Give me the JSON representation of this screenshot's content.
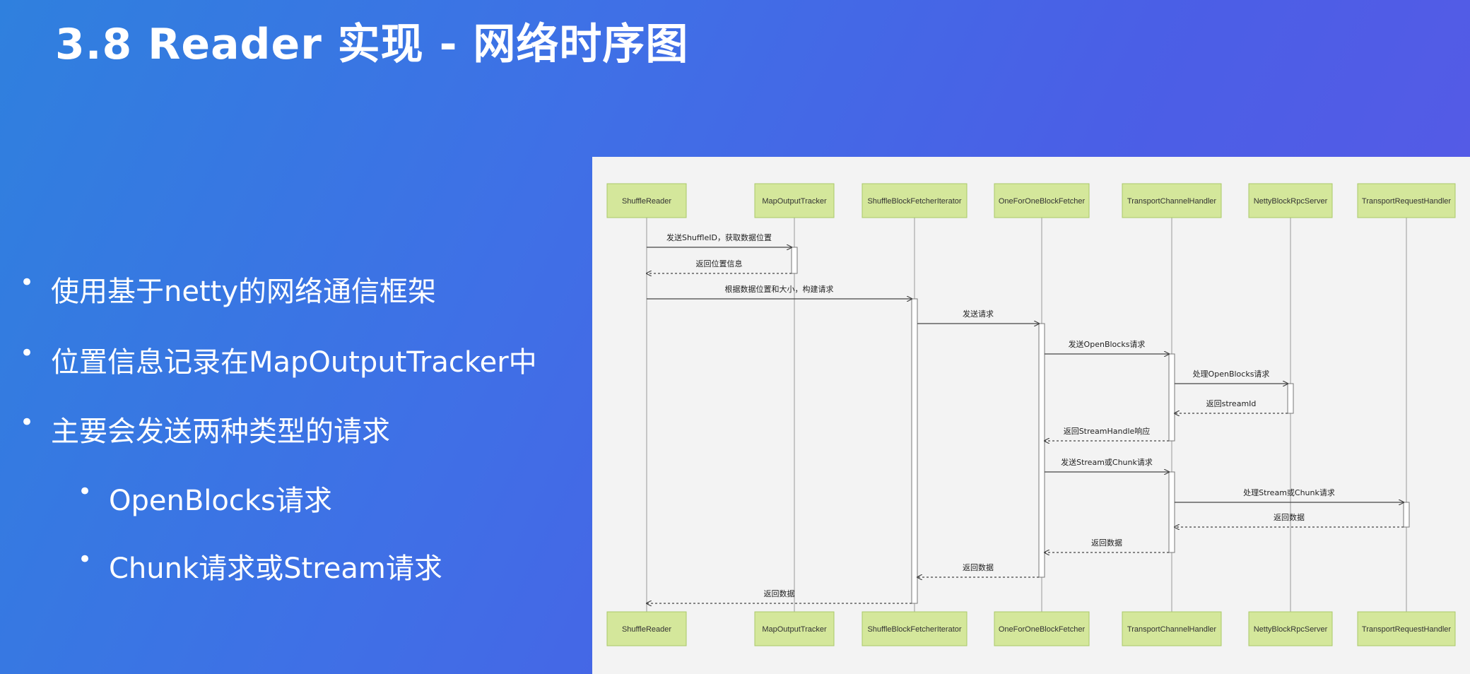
{
  "slide": {
    "title": "3.8 Reader 实现 -  网络时序图",
    "bullets": [
      {
        "text": "使用基于netty的网络通信框架",
        "level": 1
      },
      {
        "text": "位置信息记录在MapOutputTracker中",
        "level": 1
      },
      {
        "text": "主要会发送两种类型的请求",
        "level": 1
      },
      {
        "text": "OpenBlocks请求",
        "level": 2
      },
      {
        "text": "Chunk请求或Stream请求",
        "level": 2
      }
    ],
    "bullet_glyph": "•"
  },
  "sequence_diagram": {
    "actor_color": "#d4e79b",
    "actor_border": "#aac96a",
    "actors": [
      "ShuffleReader",
      "MapOutputTracker",
      "ShuffleBlockFetcherIterator",
      "OneForOneBlockFetcher",
      "TransportChannelHandler",
      "NettyBlockRpcServer",
      "TransportRequestHandler"
    ],
    "messages": [
      {
        "from": 0,
        "to": 1,
        "label": "发送ShuffleID，获取数据位置",
        "style": "solid"
      },
      {
        "from": 1,
        "to": 0,
        "label": "返回位置信息",
        "style": "dashed"
      },
      {
        "from": 0,
        "to": 2,
        "label": "根据数据位置和大小，构建请求",
        "style": "solid"
      },
      {
        "from": 2,
        "to": 3,
        "label": "发送请求",
        "style": "solid"
      },
      {
        "from": 3,
        "to": 4,
        "label": "发送OpenBlocks请求",
        "style": "solid"
      },
      {
        "from": 4,
        "to": 5,
        "label": "处理OpenBlocks请求",
        "style": "solid"
      },
      {
        "from": 5,
        "to": 4,
        "label": "返回streamId",
        "style": "dashed"
      },
      {
        "from": 4,
        "to": 3,
        "label": "返回StreamHandle响应",
        "style": "dashed"
      },
      {
        "from": 3,
        "to": 4,
        "label": "发送Stream或Chunk请求",
        "style": "solid"
      },
      {
        "from": 4,
        "to": 6,
        "label": "处理Stream或Chunk请求",
        "style": "solid"
      },
      {
        "from": 6,
        "to": 4,
        "label": "返回数据",
        "style": "dashed"
      },
      {
        "from": 4,
        "to": 3,
        "label": "返回数据",
        "style": "dashed"
      },
      {
        "from": 3,
        "to": 2,
        "label": "返回数据",
        "style": "dashed"
      },
      {
        "from": 2,
        "to": 0,
        "label": "返回数据",
        "style": "dashed"
      }
    ]
  }
}
